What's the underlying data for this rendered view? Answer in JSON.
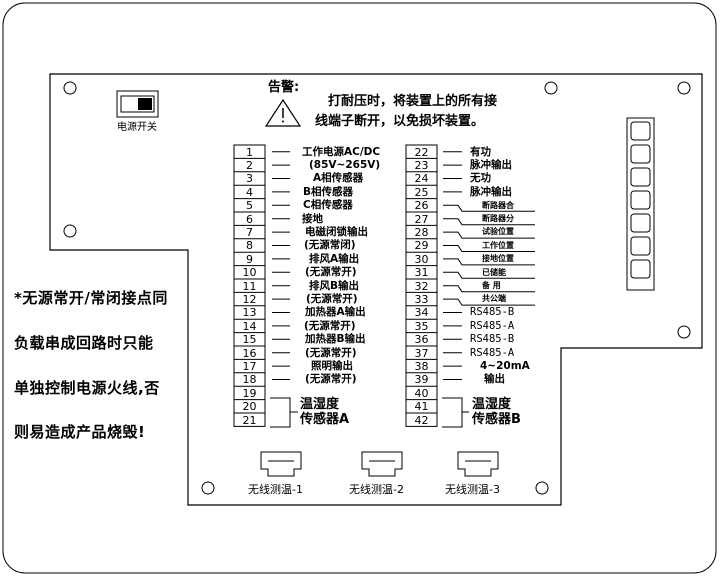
{
  "warning": {
    "title": "告警:",
    "line1": "打耐压时，将装置上的所有接",
    "line2": "线端子断开，以免损坏装置。"
  },
  "power_switch": {
    "label": "电源开关"
  },
  "side_note": {
    "lines": [
      "*无源常开/常闭接点同",
      "负载串成回路时只能",
      "单独控制电源火线,否",
      "则易造成产品烧毁!"
    ]
  },
  "left_terminals": {
    "numbers": [
      "1",
      "2",
      "3",
      "4",
      "5",
      "6",
      "7",
      "8",
      "9",
      "10",
      "11",
      "12",
      "13",
      "14",
      "15",
      "16",
      "17",
      "18",
      "19",
      "20",
      "21"
    ],
    "labels": [
      "工作电源AC/DC",
      "(85V~265V)",
      "A相传感器",
      "B相传感器",
      "C相传感器",
      "接地",
      "电磁闭锁输出",
      "(无源常闭)",
      "排风A输出",
      "(无源常开)",
      "排风B输出",
      "(无源常开)",
      "加热器A输出",
      "(无源常开)",
      "加热器B输出",
      "(无源常开)",
      "照明输出",
      "(无源常开)"
    ],
    "group_label": [
      "温湿度",
      "传感器A"
    ]
  },
  "right_terminals": {
    "numbers": [
      "22",
      "23",
      "24",
      "25",
      "26",
      "27",
      "28",
      "29",
      "30",
      "31",
      "32",
      "33",
      "34",
      "35",
      "36",
      "37",
      "38",
      "39",
      "40",
      "41",
      "42"
    ],
    "labels": [
      "有功",
      "脉冲输出",
      "无功",
      "脉冲输出",
      "断路器合",
      "断路器分",
      "试验位置",
      "工作位置",
      "接地位置",
      "已储能",
      "备  用",
      "共公端",
      "RS485-B",
      "RS485-A",
      "RS485-B",
      "RS485-A",
      "4~20mA",
      "输出"
    ],
    "group_label": [
      "温湿度",
      "传感器B"
    ]
  },
  "wireless": {
    "labels": [
      "无线测温-1",
      "无线测温-2",
      "无线测温-3"
    ]
  },
  "colors": {
    "line": "#000000",
    "background": "#ffffff"
  }
}
